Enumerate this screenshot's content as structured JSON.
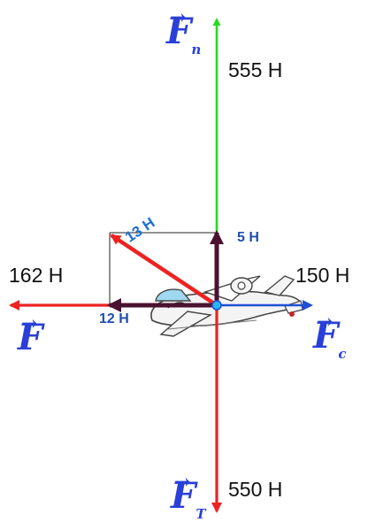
{
  "forces": {
    "lift": {
      "symbol": "F",
      "subscript": "n",
      "value_label": "555 H"
    },
    "gravity": {
      "symbol": "F",
      "subscript": "T",
      "value_label": "550 H"
    },
    "thrust": {
      "symbol": "F",
      "subscript": "",
      "value_label": "162 H"
    },
    "drag": {
      "symbol": "F",
      "subscript": "c",
      "value_label": "150 H"
    }
  },
  "resultant": {
    "hypotenuse_label": "13 H",
    "horizontal_label": "12 H",
    "vertical_label": "5 H"
  },
  "colors": {
    "lift": "#22dd22",
    "gravity": "#ee2222",
    "thrust": "#ee2222",
    "drag": "#1f4fd6",
    "resultant": "#ee2222",
    "components": "#4a1230",
    "labels": "#2a3fd8",
    "component_text": "#1f4fb0"
  }
}
